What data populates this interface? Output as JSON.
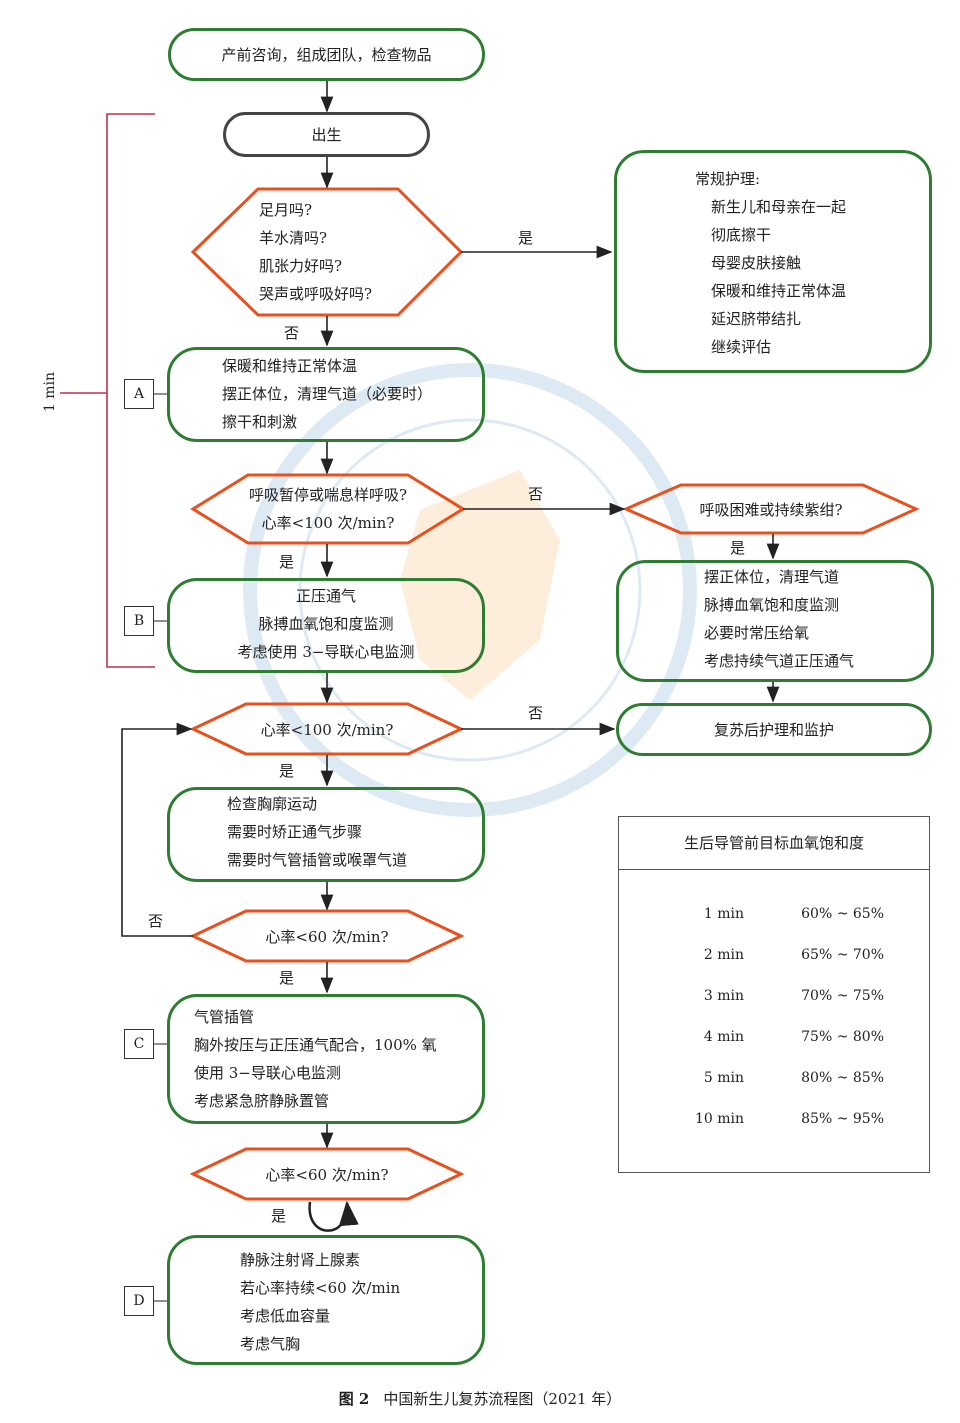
{
  "nodes": {
    "prenatal": "产前咨询，组成团队，检查物品",
    "birth": "出生",
    "assess1": [
      "足月吗?",
      "羊水清吗?",
      "肌张力好吗?",
      "哭声或呼吸好吗?"
    ],
    "routine": {
      "title": "常规护理:",
      "items": [
        "新生儿和母亲在一起",
        "彻底擦干",
        "母婴皮肤接触",
        "保暖和维持正常体温",
        "延迟脐带结扎",
        "继续评估"
      ]
    },
    "stepA": [
      "保暖和维持正常体温",
      "摆正体位，清理气道（必要时）",
      "擦干和刺激"
    ],
    "assess2": [
      "呼吸暂停或喘息样呼吸?",
      "心率<100 次/min?"
    ],
    "distress": "呼吸困难或持续紫绀?",
    "stepB": [
      "正压通气",
      "脉搏血氧饱和度监测",
      "考虑使用 3−导联心电监测"
    ],
    "rightCare": [
      "摆正体位，清理气道",
      "脉搏血氧饱和度监测",
      "必要时常压给氧",
      "考虑持续气道正压通气"
    ],
    "hr100": "心率<100 次/min?",
    "postCare": "复苏后护理和监护",
    "chest": [
      "检查胸廓运动",
      "需要时矫正通气步骤",
      "需要时气管插管或喉罩气道"
    ],
    "hr60a": "心率<60 次/min?",
    "stepC": [
      "气管插管",
      "胸外按压与正压通气配合，100% 氧",
      "使用 3−导联心电监测",
      "考虑紧急脐静脉置管"
    ],
    "hr60b": "心率<60 次/min?",
    "stepD": [
      "静脉注射肾上腺素",
      "若心率持续<60 次/min",
      "考虑低血容量",
      "考虑气胸"
    ]
  },
  "edges": {
    "yes": "是",
    "no": "否"
  },
  "step_labels": [
    "A",
    "B",
    "C",
    "D"
  ],
  "time_label": "1 min",
  "spo2_table": {
    "title": "生后导管前目标血氧饱和度",
    "rows": [
      {
        "time": "1 min",
        "range": "60% ~ 65%"
      },
      {
        "time": "2 min",
        "range": "65% ~ 70%"
      },
      {
        "time": "3 min",
        "range": "70% ~ 75%"
      },
      {
        "time": "4 min",
        "range": "75% ~ 80%"
      },
      {
        "time": "5 min",
        "range": "80% ~ 85%"
      },
      {
        "time": "10 min",
        "range": "85% ~ 95%"
      }
    ]
  },
  "caption": {
    "figure": "图 2",
    "text": "中国新生儿复苏流程图（2021 年）"
  },
  "colors": {
    "green": "#2e7d32",
    "orange": "#e8501e",
    "gray": "#444444",
    "bracket": "#c0304a"
  }
}
